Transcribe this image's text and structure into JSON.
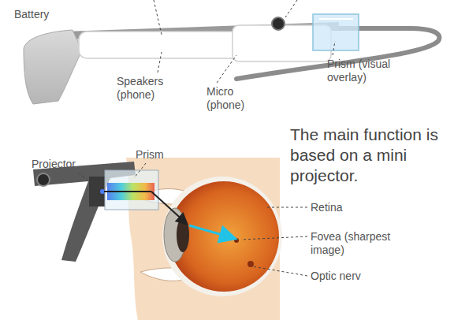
{
  "diagram": {
    "labels": [
      "Battery",
      "Speakers (phone)",
      "Micro (phone)",
      "Prism (visual overlay)",
      "The main function is based on a mini projector.",
      "Projector",
      "Prism",
      "Retina",
      "Fovea (sharpest image)",
      "Optic nerv"
    ]
  }
}
